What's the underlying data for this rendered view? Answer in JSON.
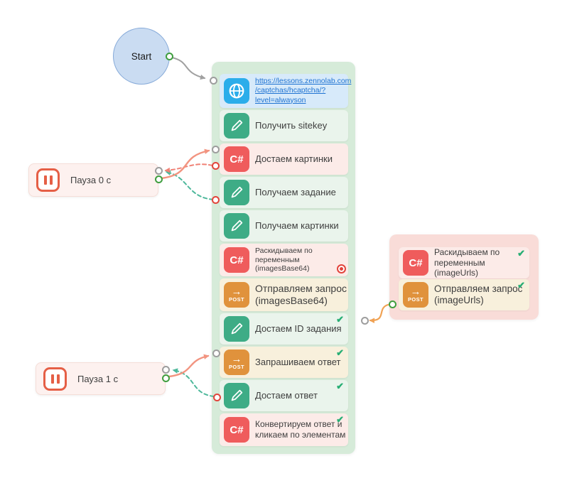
{
  "colors": {
    "container_green": "#d6ebd9",
    "container_pink": "#f9dcd8",
    "block_green": "#eaf4ec",
    "block_pink": "#fcebe8",
    "block_tan": "#f8f0dc",
    "block_blue": "#d7eafa",
    "icon_red": "#ef5c5c",
    "icon_green": "#3eac86",
    "icon_orange": "#e0923c",
    "icon_blue": "#2badea",
    "pause_accent": "#e55f46",
    "pause_bg": "#fdf1ef",
    "pause_border": "#f5ded8",
    "start_fill": "#cadcf2",
    "start_border": "#86aad9",
    "link_blue": "#1d72d2",
    "check_green": "#27ae74",
    "ring_gray": "#9d9d9d",
    "ring_green": "#3f9e3f",
    "ring_red": "#e2443c",
    "text": "#3e3e3e",
    "line_gray": "#a0a0a0",
    "line_salmon": "#f29480",
    "line_red": "#f08276",
    "line_teal": "#4eb89b",
    "line_orange": "#f0a254"
  },
  "start_node": {
    "label": "Start"
  },
  "main_column": {
    "blocks": [
      {
        "id": "url",
        "icon": "globe-icon",
        "bg": "blue",
        "link": true,
        "label": "https://lessons.zennolab.com\n/captchas/hcaptcha/?\nlevel=alwayson"
      },
      {
        "id": "get-sitekey",
        "icon": "pencil-icon",
        "bg": "green",
        "label": "Получить sitekey"
      },
      {
        "id": "get-images",
        "icon": "csharp-icon",
        "bg": "pink",
        "label": "Достаем картинки"
      },
      {
        "id": "get-task",
        "icon": "pencil-icon",
        "bg": "green",
        "label": "Получаем задание"
      },
      {
        "id": "get-pictures",
        "icon": "pencil-icon",
        "bg": "green",
        "label": "Получаем картинки"
      },
      {
        "id": "spread-base64",
        "icon": "csharp-icon",
        "bg": "pink",
        "breakpoint": true,
        "label": "Раскидываем по переменным (imagesBase64)"
      },
      {
        "id": "send-base64",
        "icon": "post-icon",
        "bg": "tan",
        "label": "Отправляем запрос (imagesBase64)"
      },
      {
        "id": "get-task-id",
        "icon": "pencil-icon",
        "bg": "green",
        "check": true,
        "label": "Достаем ID задания"
      },
      {
        "id": "request-answer",
        "icon": "post-icon",
        "bg": "tan",
        "check": true,
        "label": "Запрашиваем ответ"
      },
      {
        "id": "get-answer",
        "icon": "pencil-icon",
        "bg": "green",
        "check": true,
        "label": "Достаем ответ"
      },
      {
        "id": "convert-click",
        "icon": "csharp-icon",
        "bg": "pink",
        "check": true,
        "label": "Конвертируем ответ и кликаем по элементам"
      }
    ]
  },
  "side_group": {
    "blocks": [
      {
        "id": "spread-urls",
        "icon": "csharp-icon",
        "bg": "pink",
        "check": true,
        "label": "Раскидываем по переменным (imageUrls)"
      },
      {
        "id": "send-urls",
        "icon": "post-icon",
        "bg": "tan",
        "check": true,
        "label": "Отправляем запрос (imageUrls)"
      }
    ]
  },
  "pause_nodes": [
    {
      "id": "pause-0",
      "label": "Пауза 0 с"
    },
    {
      "id": "pause-1",
      "label": "Пауза 1 с"
    }
  ],
  "icons": {
    "csharp_label": "C#",
    "post_arrow": "→",
    "post_label": "POST",
    "check_glyph": "✔"
  }
}
